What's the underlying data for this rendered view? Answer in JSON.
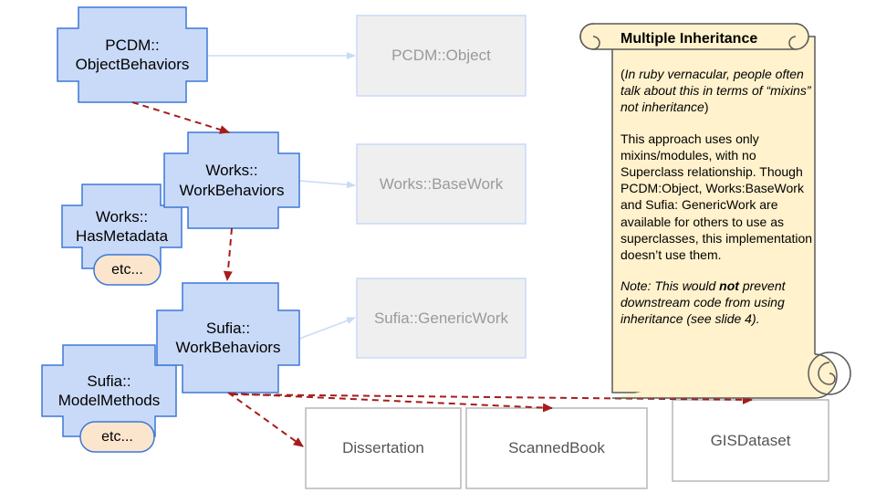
{
  "nodes": {
    "pcdm_object_behaviors": "PCDM::\nObjectBehaviors",
    "works_work_behaviors": "Works::\nWorkBehaviors",
    "works_has_metadata": "Works::\nHasMetadata",
    "sufia_work_behaviors": "Sufia::\nWorkBehaviors",
    "sufia_model_methods": "Sufia::\nModelMethods",
    "etc_1": "etc...",
    "etc_2": "etc...",
    "pcdm_object": "PCDM::Object",
    "works_base_work": "Works::BaseWork",
    "sufia_generic_work": "Sufia::GenericWork",
    "dissertation": "Dissertation",
    "scanned_book": "ScannedBook",
    "gis_dataset": "GISDataset"
  },
  "note": {
    "title": "Multiple Inheritance",
    "p1_open": "(",
    "p1_italic": "In ruby vernacular, people often talk about this in terms of “mixins” not inheritance",
    "p1_close": ")",
    "p2": "This approach uses only mixins/modules, with no Superclass relationship. Though PCDM:Object, Works:BaseWork and Sufia: GenericWork are available for others to use as superclasses, this implementation doesn’t use them.",
    "p3_a": "Note: This would ",
    "p3_bold": "not",
    "p3_b": " prevent downstream code from using inheritance (see slide 4)."
  },
  "colors": {
    "module_fill": "#c9daf8",
    "module_stroke": "#3c78d8",
    "class_fill": "#efefef",
    "class_stroke": "#c9daf8",
    "dashed_arrow": "#a61c1c",
    "scroll_fill": "#fff2cc",
    "scroll_stroke": "#595959",
    "etc_fill": "#fce5cd"
  }
}
